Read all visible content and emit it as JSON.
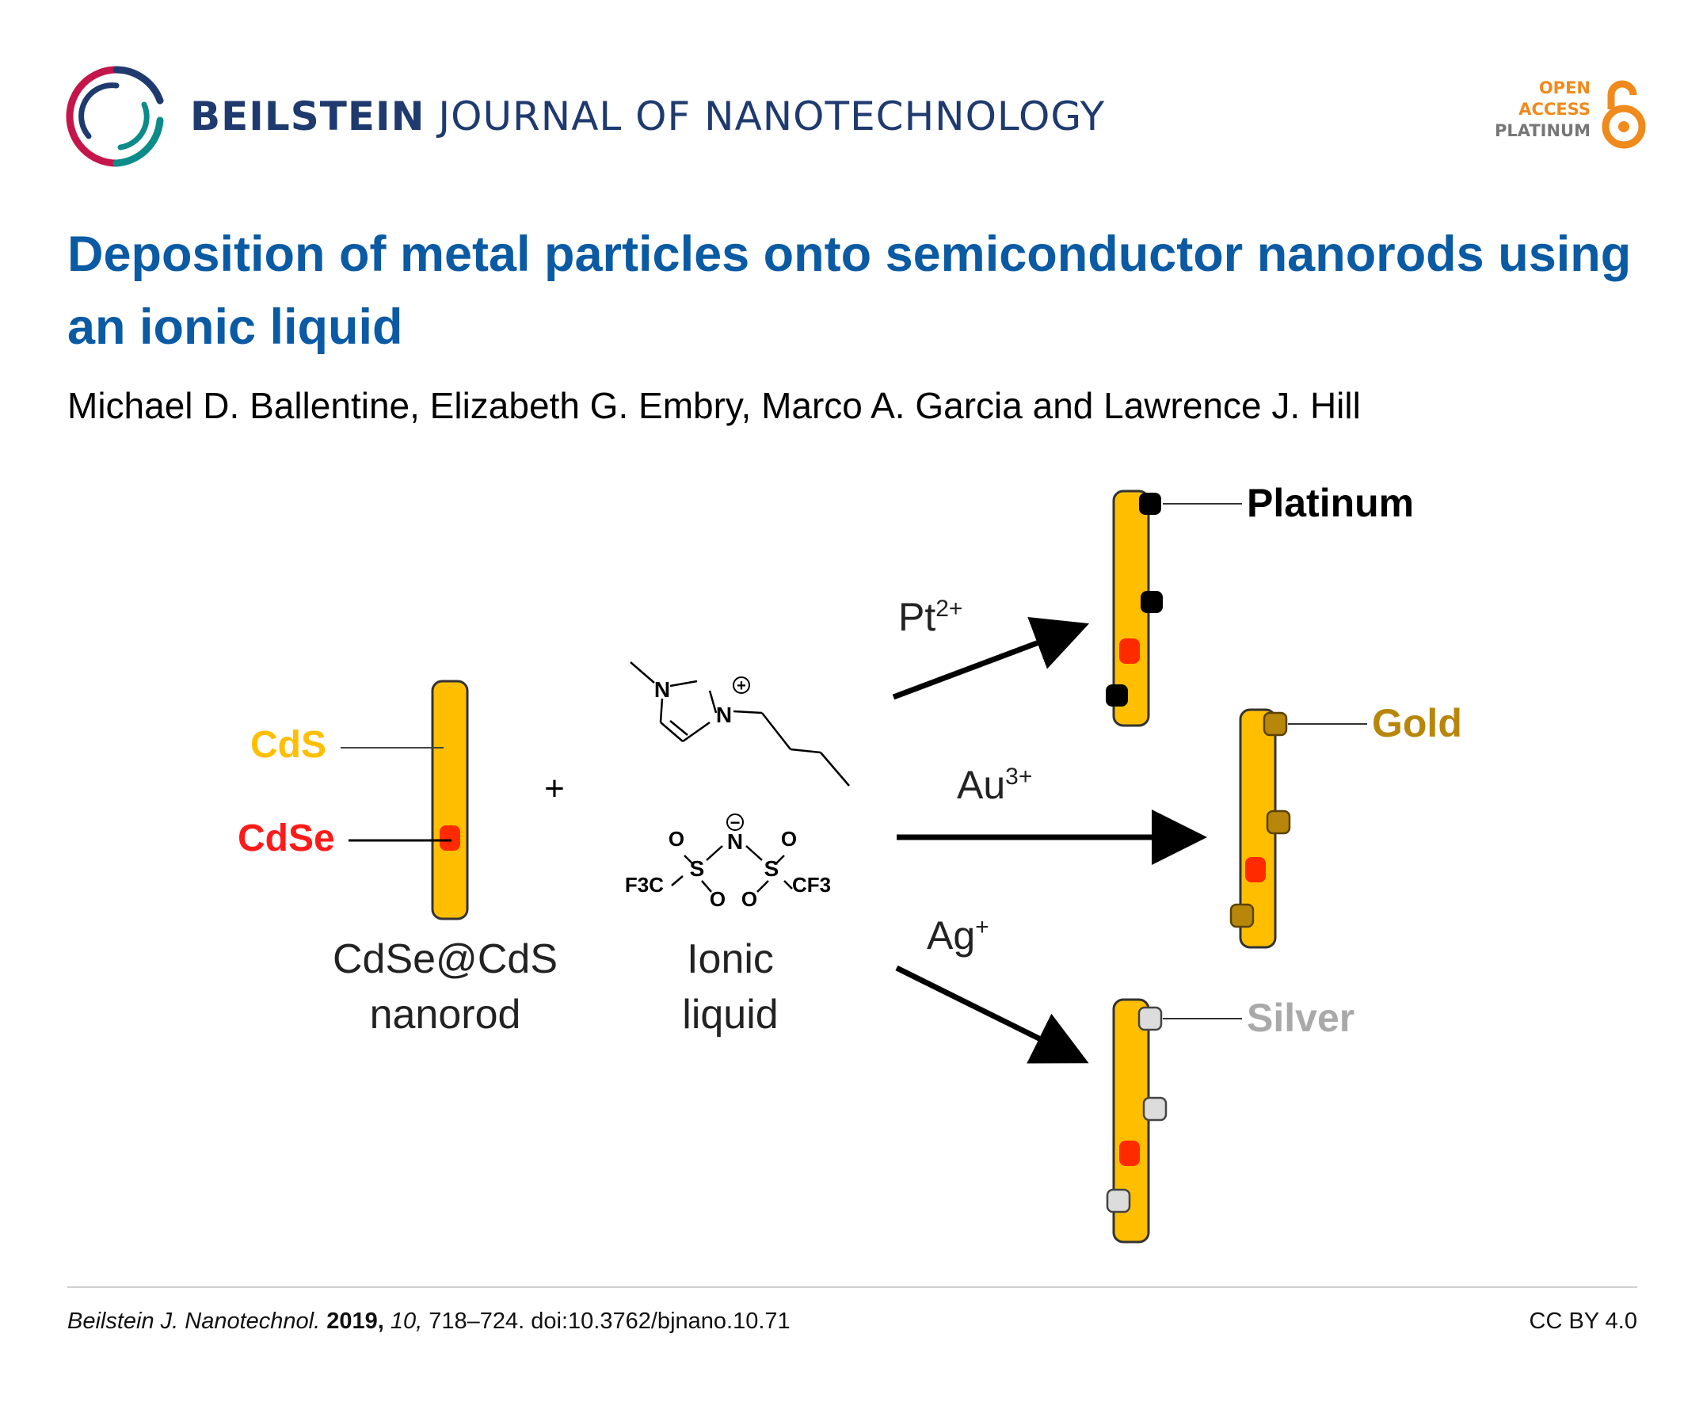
{
  "header": {
    "journal_bold": "BEILSTEIN",
    "journal_rest": "JOURNAL OF NANOTECHNOLOGY",
    "open_access": [
      "OPEN",
      "ACCESS",
      "PLATINUM"
    ]
  },
  "article": {
    "title": "Deposition of metal particles onto semiconductor nanorods using an ionic liquid",
    "authors": "Michael D. Ballentine, Elizabeth G. Embry, Marco A. Garcia and Lawrence J. Hill"
  },
  "figure": {
    "cds_label": "CdS",
    "cdse_label": "CdSe",
    "nanorod_caption": [
      "CdSe@CdS",
      "nanorod"
    ],
    "plus": "+",
    "ionic_caption": [
      "Ionic",
      "liquid"
    ],
    "cation": {
      "n1": "N",
      "n2": "N",
      "charge": "+"
    },
    "anion": {
      "n": "N",
      "charge": "−",
      "s": "S",
      "o": "O",
      "f3c": "F3C",
      "cf3": "CF3"
    },
    "reactions": [
      {
        "ion": "Pt",
        "charge": "2+",
        "metal": "Platinum",
        "color": "#000000"
      },
      {
        "ion": "Au",
        "charge": "3+",
        "metal": "Gold",
        "color": "#b8860b"
      },
      {
        "ion": "Ag",
        "charge": "+",
        "metal": "Silver",
        "color": "#a9a9a9"
      }
    ],
    "colors": {
      "rod": "#ffbf00",
      "core": "#ff2a00",
      "cds": "#ffbf00",
      "cdse": "#ff1a1a"
    }
  },
  "footer": {
    "journal_abbrev": "Beilstein J. Nanotechnol.",
    "year": "2019,",
    "volume": "10,",
    "pages_doi": "718–724. doi:10.3762/bjnano.10.71",
    "license": "CC BY 4.0"
  }
}
